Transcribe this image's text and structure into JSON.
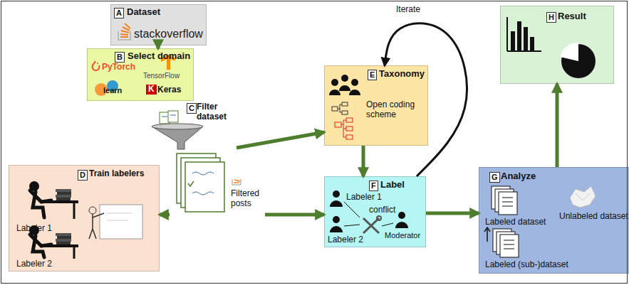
{
  "diagram": {
    "nodes": [
      {
        "text": [
          "A",
          "Dataset",
          "stackoverflow"
        ]
      },
      {
        "text": [
          "B",
          "Select domain",
          "PyTorch",
          "TensorFlow",
          "learn",
          "K",
          "Keras"
        ]
      },
      {
        "text": [
          "C",
          "Filter dataset"
        ]
      },
      {
        "text": [
          "Filtered posts"
        ]
      },
      {
        "text": [
          "D",
          "Train labelers",
          "Labeler 1",
          "Labeler 2"
        ]
      },
      {
        "text": [
          "E",
          "Taxonomy",
          "Open coding scheme"
        ]
      },
      {
        "text": [
          "F",
          "Label",
          "Labeler 1",
          "conflict",
          "Moderator",
          "Labeler 2"
        ]
      },
      {
        "text": [
          "G",
          "Analyze",
          "Labeled dataset",
          "Labeled (sub-)dataset",
          "Unlabeled dataset"
        ]
      },
      {
        "text": [
          "H",
          "Result"
        ]
      }
    ],
    "edges": [
      {
        "from": 0,
        "to": 1,
        "arrow": "to"
      },
      {
        "from": 3,
        "to": 4,
        "arrow": "to"
      },
      {
        "from": 3,
        "to": 5,
        "arrow": "to"
      },
      {
        "from": 3,
        "to": 6,
        "arrow": "to"
      },
      {
        "from": 5,
        "to": 6,
        "arrow": "to"
      },
      {
        "from": 6,
        "to": 5,
        "label": "Iterate",
        "arrow": "to"
      },
      {
        "from": 6,
        "to": 7,
        "arrow": "to"
      },
      {
        "from": 7,
        "to": 8,
        "arrow": "to"
      }
    ]
  }
}
